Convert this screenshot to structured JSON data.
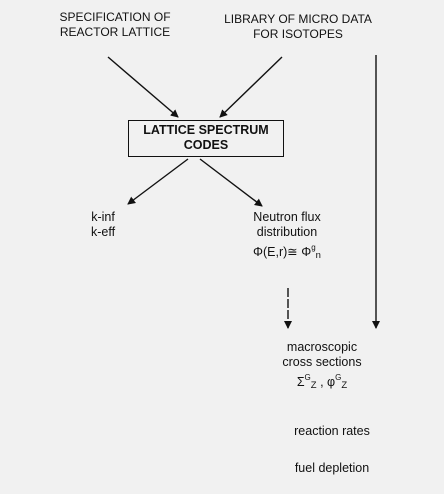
{
  "inputs": {
    "reactor_lattice": [
      "SPECIFICATION OF",
      "REACTOR LATTICE"
    ],
    "micro_data": [
      "LIBRARY OF MICRO DATA",
      "FOR ISOTOPES"
    ]
  },
  "center_box": [
    "LATTICE SPECTRUM",
    "CODES"
  ],
  "outputs": {
    "k_values": [
      "k-inf",
      "k-eff"
    ],
    "flux": [
      "Neutron flux",
      "distribution"
    ],
    "flux_eq": {
      "lhs": "Φ(E,r)≅ Φ",
      "sup": "g",
      "sub": "n"
    }
  },
  "macroscopic": {
    "lines": [
      "macroscopic",
      "cross sections"
    ],
    "sigma": "Σ",
    "sigma_sup": "G",
    "sigma_sub": "Z",
    "sep": " , ",
    "phi": "φ",
    "phi_sup": "G",
    "phi_sub": "Z"
  },
  "reaction_rates": "reaction rates",
  "fuel_depletion": "fuel depletion"
}
